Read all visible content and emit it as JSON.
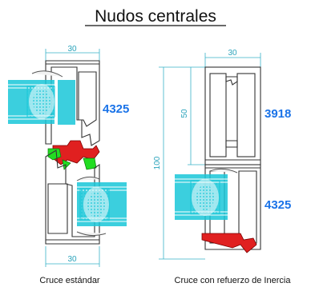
{
  "title": "Nudos centrales",
  "left_section": {
    "caption": "Cruce estándar",
    "top_dimension": "30",
    "bottom_dimension": "30",
    "profile_code": "4325"
  },
  "right_section": {
    "caption": "Cruce con refuerzo de Inercia",
    "top_dimension": "30",
    "dimension_50": "50",
    "dimension_100": "100",
    "upper_profile_code": "3918",
    "lower_profile_code": "4325"
  },
  "colors": {
    "profile_code": "#1a73e8",
    "glass": "#19c7d8",
    "gasket": "#e02020",
    "seal": "#22dd22",
    "dimension_line": "#39b3c8",
    "outline": "#333333"
  }
}
